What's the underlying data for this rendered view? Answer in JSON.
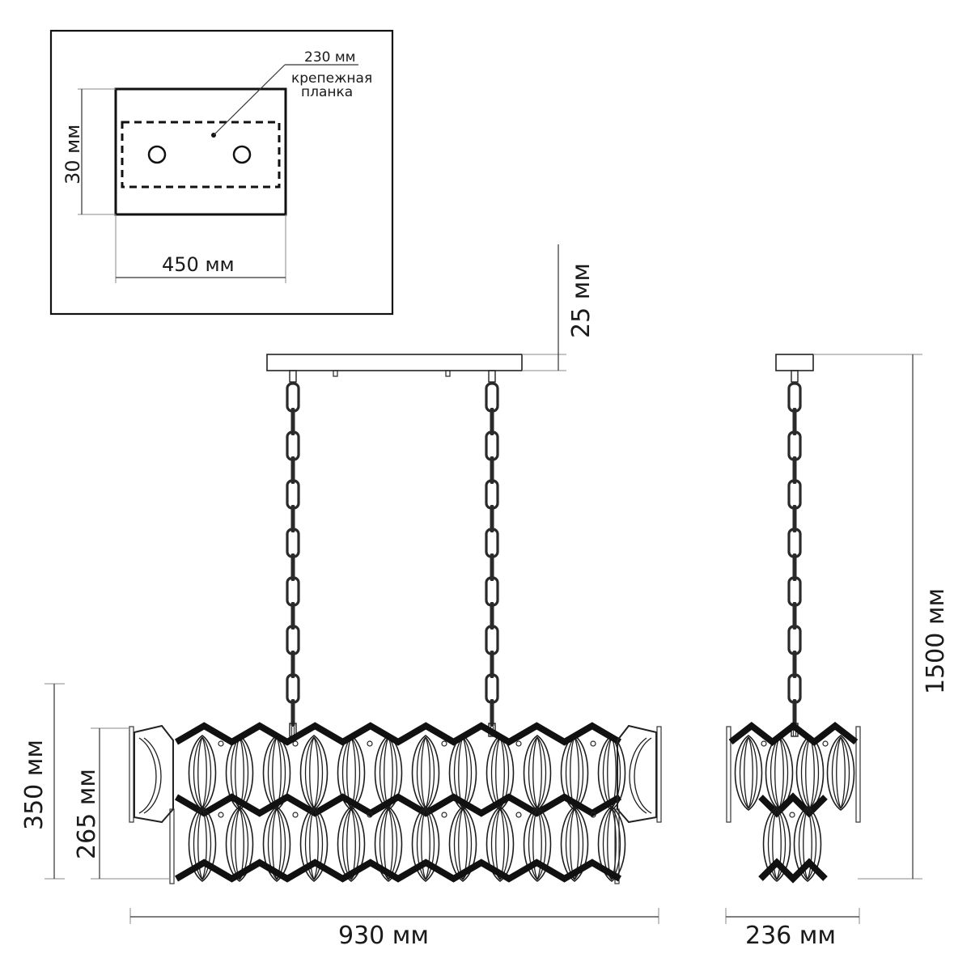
{
  "mount_detail": {
    "bracket_size": "230 мм",
    "bracket_label_line1": "крепежная",
    "bracket_label_line2": "планка",
    "height": "30 мм",
    "width": "450 мм"
  },
  "front_view": {
    "canopy_height": "25 мм",
    "total_height": "1500 мм",
    "body_height": "350 мм",
    "tier_height": "265 мм",
    "width": "930 мм"
  },
  "side_view": {
    "width": "236 мм"
  }
}
